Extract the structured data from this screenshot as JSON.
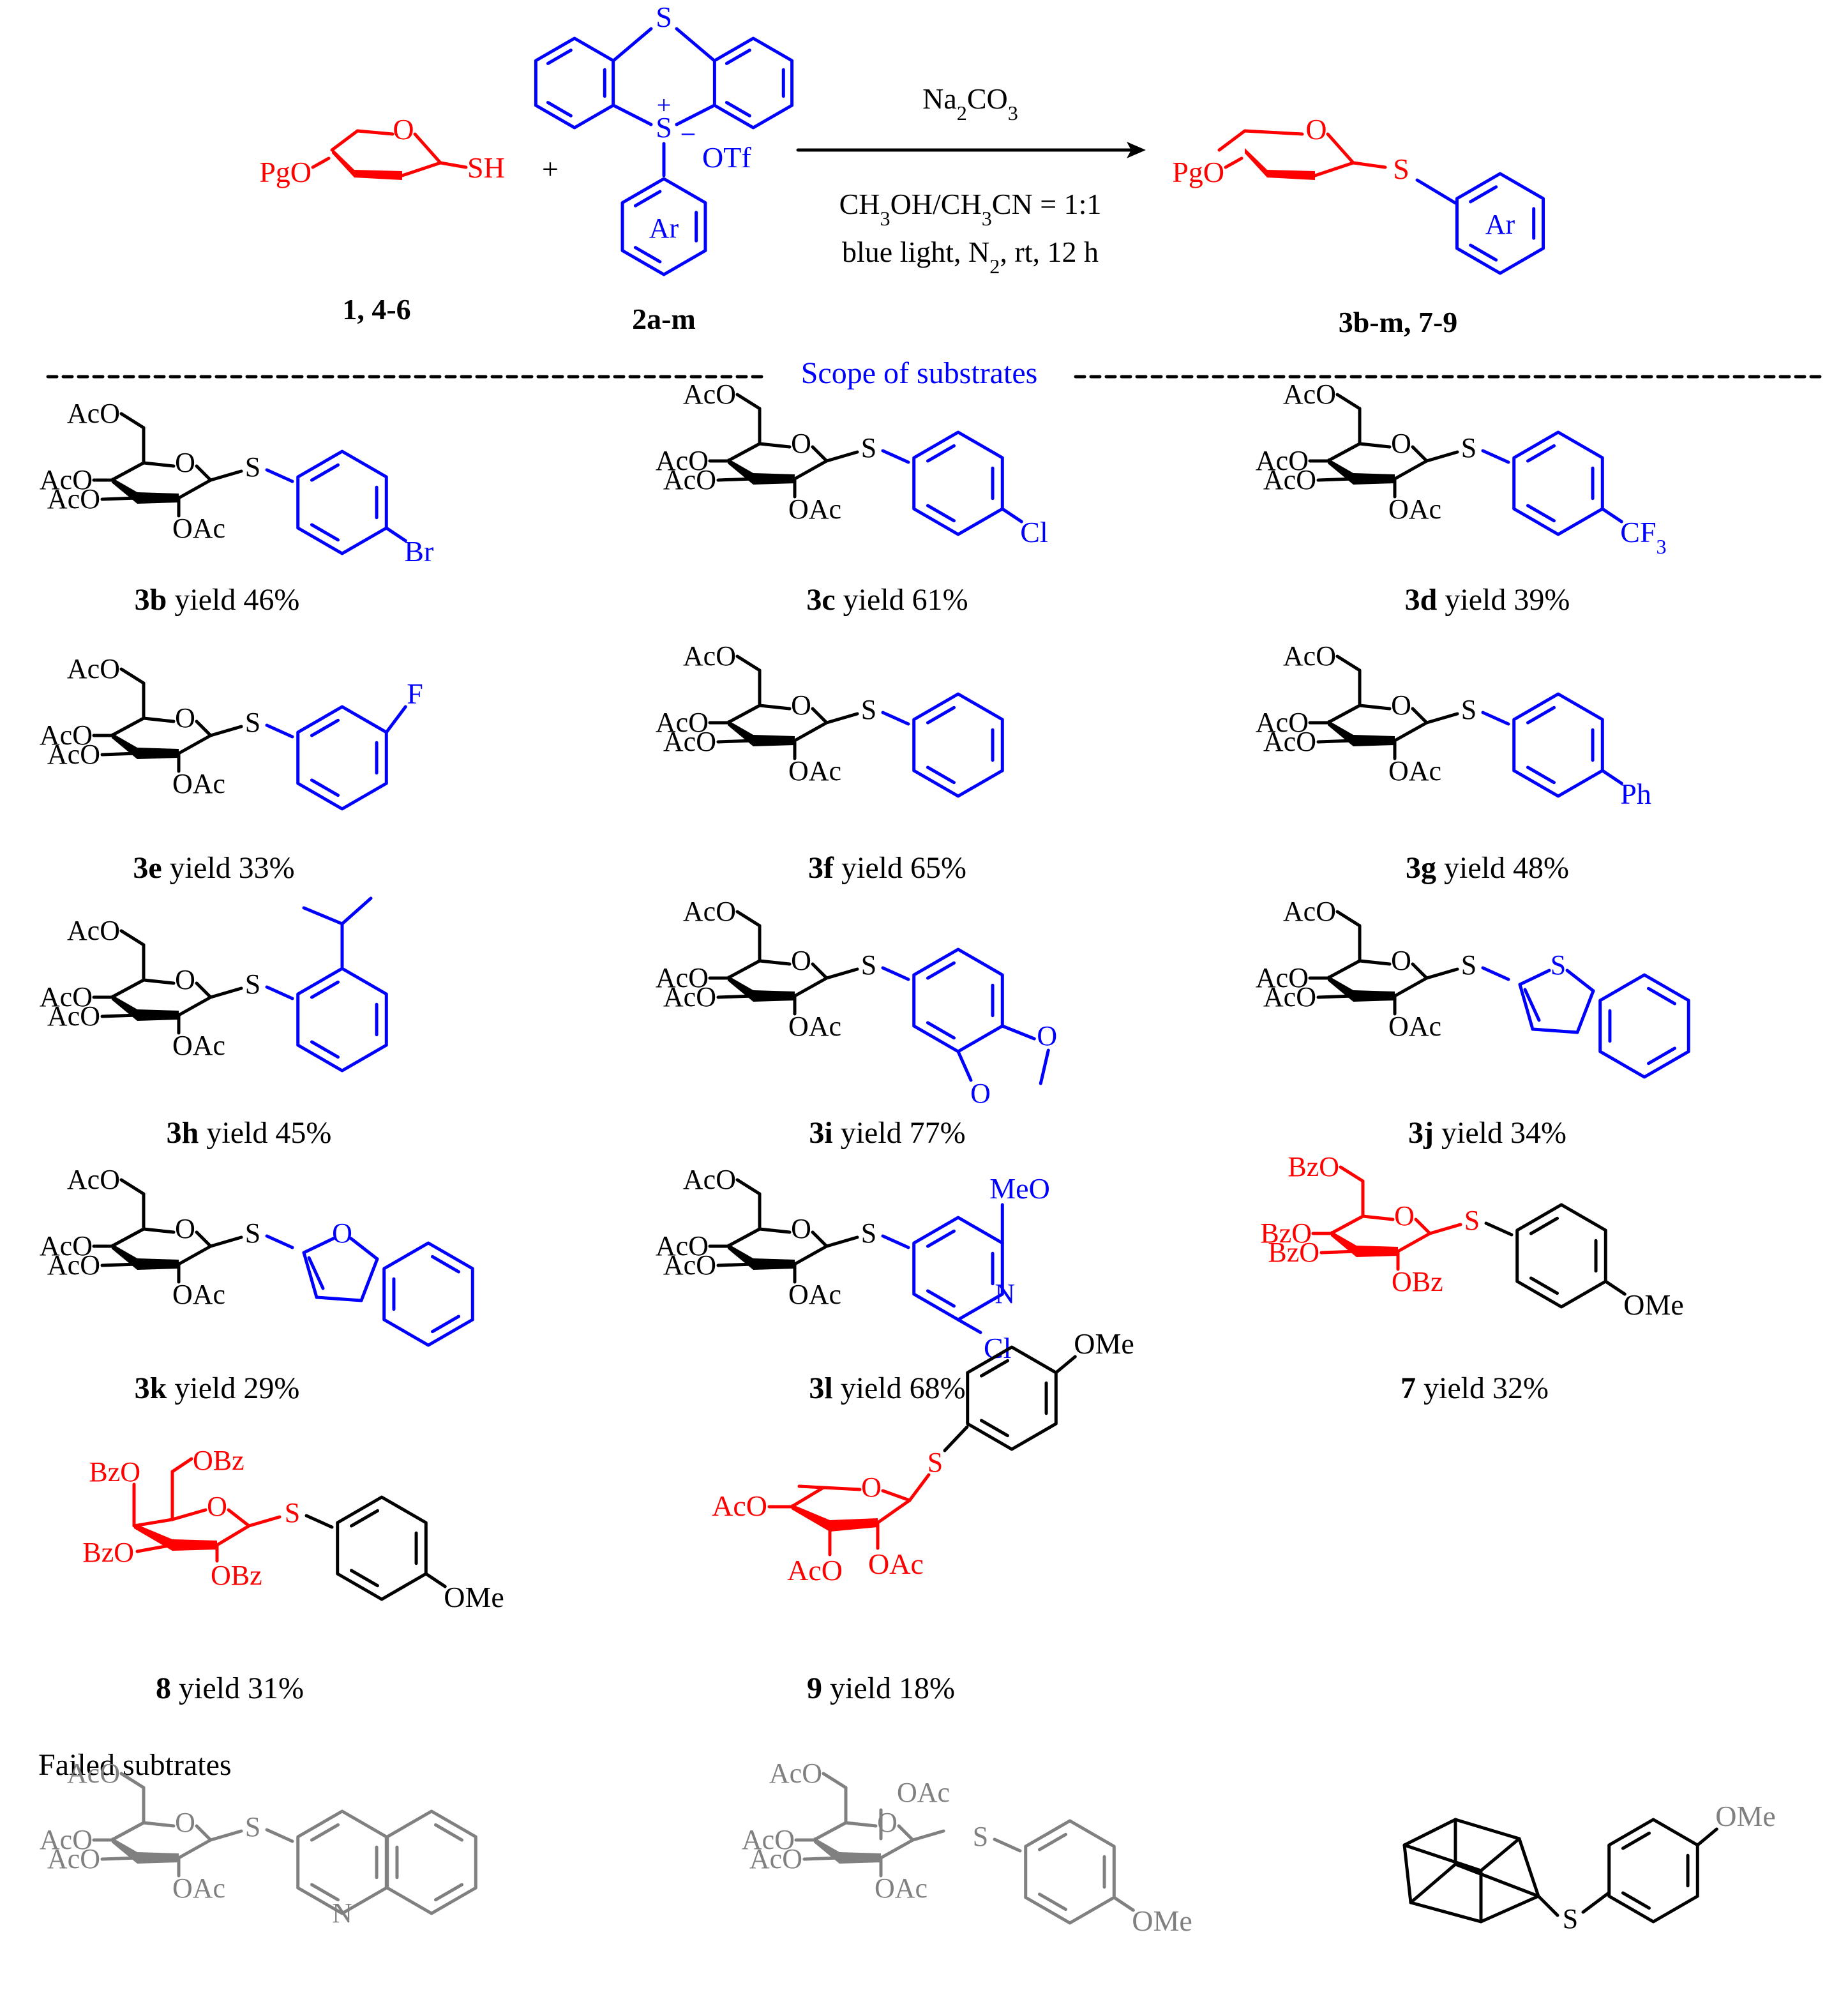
{
  "colors": {
    "black": "#000000",
    "red": "#ff0000",
    "blue": "#0000ff",
    "gray": "#808080"
  },
  "scheme": {
    "reactant1_label": "1, 4-6",
    "reactant2_label": "2a-m",
    "product_label": "3b-m, 7-9",
    "plus": "+",
    "reagent": {
      "pre": "Na",
      "sub1": "2",
      "mid": "CO",
      "sub2": "3"
    },
    "solvent": {
      "a": "CH",
      "b": "3",
      "c": "OH/CH",
      "d": "3",
      "e": "CN = 1:1"
    },
    "conditions": {
      "a": "blue light, N",
      "b": "2",
      "c": ", rt, 12 h"
    },
    "atoms": {
      "pgo": "PgO",
      "o": "O",
      "sh": "SH",
      "s": "S",
      "splus": "S",
      "plus_sign": "+",
      "minus_sign": "−",
      "otf": "OTf",
      "ar": "Ar"
    }
  },
  "scope_title": "Scope of substrates",
  "failed_title": "Failed subtrates",
  "labels": {
    "AcO": "AcO",
    "OAc": "OAc",
    "BzO": "BzO",
    "OBz": "OBz",
    "O": "O",
    "S": "S",
    "N": "N",
    "Br": "Br",
    "Cl": "Cl",
    "F": "F",
    "Ph": "Ph",
    "OMe": "OMe",
    "MeO": "MeO",
    "CF": "CF",
    "three": "3"
  },
  "compounds": [
    {
      "id": "3b",
      "yield": " yield 46%"
    },
    {
      "id": "3c",
      "yield": " yield 61%"
    },
    {
      "id": "3d",
      "yield": " yield 39%"
    },
    {
      "id": "3e",
      "yield": " yield 33%"
    },
    {
      "id": "3f",
      "yield": " yield 65%"
    },
    {
      "id": "3g",
      "yield": " yield 48%"
    },
    {
      "id": "3h",
      "yield": " yield 45%"
    },
    {
      "id": "3i",
      "yield": " yield 77%"
    },
    {
      "id": "3j",
      "yield": " yield 34%"
    },
    {
      "id": "3k",
      "yield": " yield 29%"
    },
    {
      "id": "3l",
      "yield": " yield 68%"
    },
    {
      "id": "7",
      "yield": " yield 32%"
    },
    {
      "id": "8",
      "yield": " yield 31%"
    },
    {
      "id": "9",
      "yield": " yield 18%"
    }
  ]
}
